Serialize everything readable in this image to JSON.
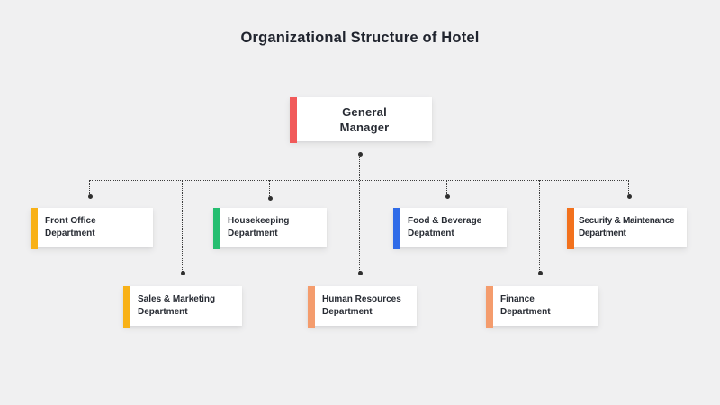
{
  "title": "Organizational Structure of Hotel",
  "colors": {
    "background": "#f0f0f1",
    "box": "#ffffff",
    "text": "#272b33",
    "title_text": "#20242e",
    "connector": "#3c3c3c"
  },
  "root": {
    "line1": "General",
    "line2": "Manager",
    "accent": "#f15a5a"
  },
  "departments": [
    {
      "id": "front-office",
      "line1": "Front Office",
      "line2": "Department",
      "accent": "#f8b117"
    },
    {
      "id": "housekeeping",
      "line1": "Housekeeping",
      "line2": "Department",
      "accent": "#25be70"
    },
    {
      "id": "food-beverage",
      "line1": "Food & Beverage",
      "line2": "Depatment",
      "accent": "#2f6be8"
    },
    {
      "id": "security-maintenance",
      "line1": "Security & Maintenance",
      "line2": "Department",
      "accent": "#f2711d"
    },
    {
      "id": "sales-marketing",
      "line1": "Sales & Marketing",
      "line2": "Department",
      "accent": "#f8b117"
    },
    {
      "id": "human-resources",
      "line1": "Human Resources",
      "line2": "Department",
      "accent": "#f49c6d"
    },
    {
      "id": "finance",
      "line1": "Finance",
      "line2": "Department",
      "accent": "#f49c6d"
    }
  ],
  "chart_data": {
    "type": "org-chart",
    "root": "General Manager",
    "children": [
      "Front Office Department",
      "Housekeeping Department",
      "Food & Beverage Depatment",
      "Security & Maintenance Department",
      "Sales & Marketing Department",
      "Human Resources Department",
      "Finance Department"
    ]
  }
}
